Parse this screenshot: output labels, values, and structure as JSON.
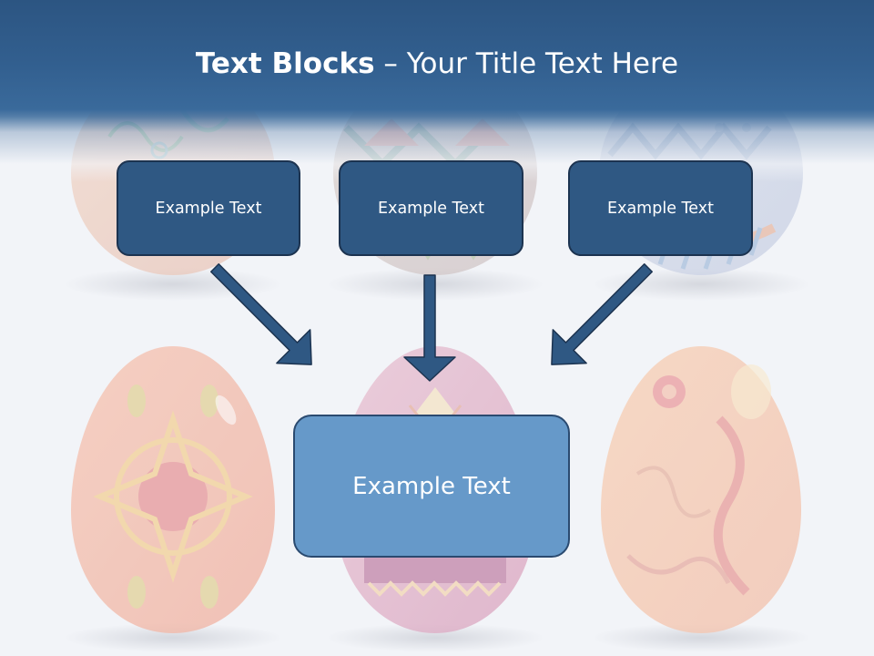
{
  "slide": {
    "title_bold": "Text Blocks",
    "title_dash": " – ",
    "title_rest": "Your Title Text Here",
    "blocks": [
      {
        "label": "Example Text"
      },
      {
        "label": "Example Text"
      },
      {
        "label": "Example Text"
      }
    ],
    "main_block": {
      "label": "Example Text"
    }
  },
  "colors": {
    "header": "#2c5582",
    "block_fill": "#2f5883",
    "main_block_fill": "#6699c9",
    "arrow": "#2f5883"
  }
}
